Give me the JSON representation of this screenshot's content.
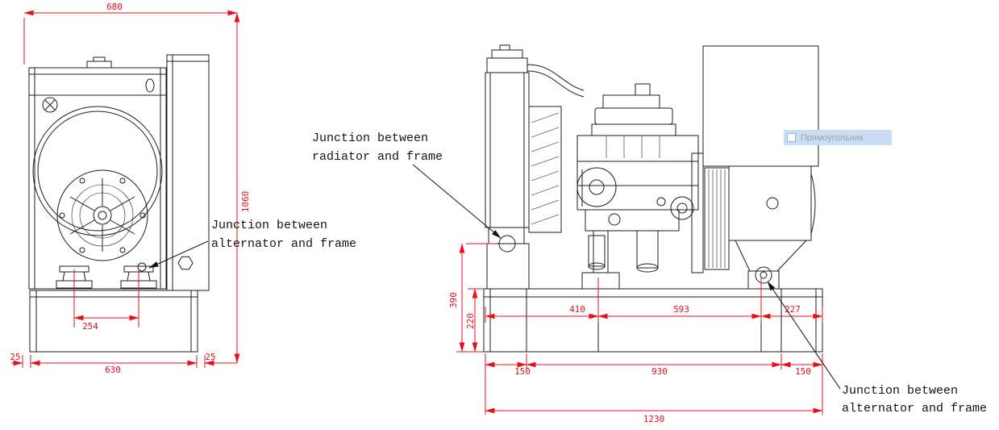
{
  "colors": {
    "background": "#ffffff",
    "line": "#1c1c1c",
    "dimension": "#e8101c",
    "annotation": "#141414",
    "tooltip_bg": "#c9def5",
    "tooltip_text": "#9aa4ae"
  },
  "front_view": {
    "name": "generator-front-view",
    "dimensions": {
      "overall_width": "680",
      "overall_height": "1060",
      "foot_spacing": "254",
      "left_offset": "25",
      "frame_width": "630",
      "right_offset": "25"
    },
    "annotation_alternator": {
      "line1": "Junction between",
      "line2": "alternator and frame"
    }
  },
  "side_view": {
    "name": "generator-side-view",
    "dimensions": {
      "junction_height": "390",
      "frame_height": "220",
      "radiator_to_engine_mount": "410",
      "engine_to_alternator_mount": "593",
      "alternator_mount_to_end": "227",
      "left_end_span": "150",
      "center_span": "930",
      "right_end_span": "150",
      "overall_length": "1230"
    },
    "annotation_radiator": {
      "line1": "Junction between",
      "line2": "radiator and frame"
    },
    "annotation_alternator": {
      "line1": "Junction between",
      "line2": "alternator and frame"
    }
  },
  "tooltip": {
    "label": "Прямоугольник"
  }
}
